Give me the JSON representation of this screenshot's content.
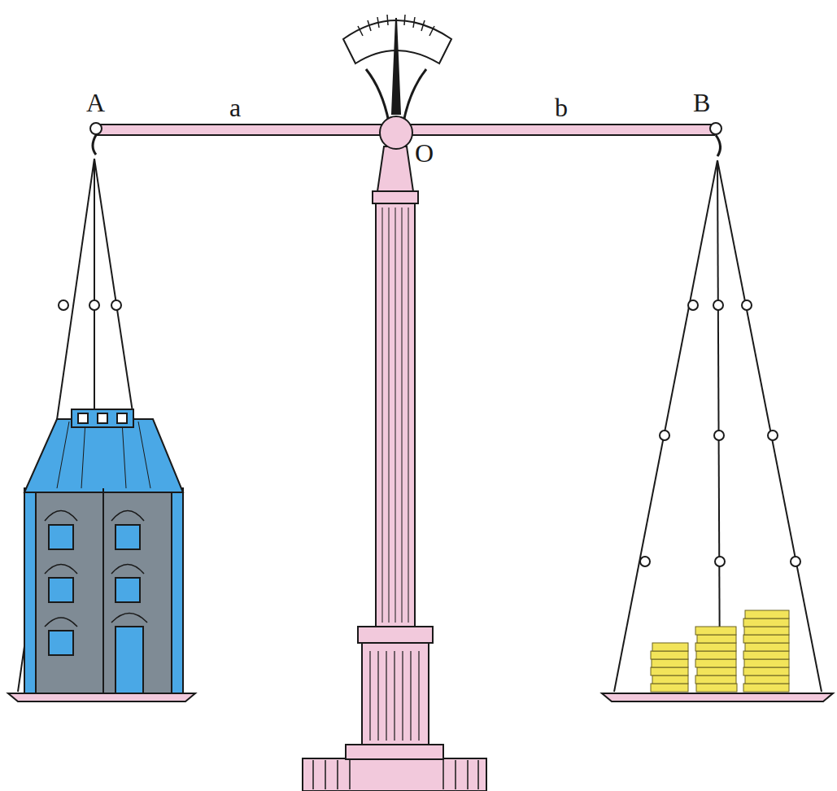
{
  "diagram": {
    "labels": [
      "A",
      "a",
      "b",
      "B",
      "O"
    ]
  }
}
